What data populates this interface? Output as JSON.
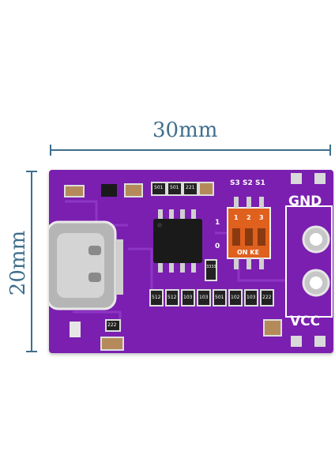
{
  "dimensions": {
    "width_label": "30mm",
    "height_label": "20mm"
  },
  "silkscreen": {
    "gnd": "GND",
    "vcc": "VCC",
    "switch_labels": [
      "S3",
      "S2",
      "S1"
    ],
    "switch_numbers": [
      "1",
      "2",
      "3"
    ],
    "switch_on_ke": "ON KE",
    "marker_1": "1",
    "marker_0": "0"
  },
  "component_codes": {
    "resistor_top": [
      "501",
      "501",
      "221"
    ],
    "resistor_row": [
      "512",
      "512",
      "103",
      "103",
      "501",
      "102",
      "103",
      "222"
    ],
    "resistor_small": "222",
    "resistor_vertical": "3333"
  },
  "colors": {
    "pcb": "#7a1fb0",
    "dimension_line": "#3f6f8c",
    "switch_body": "#e0601e"
  }
}
